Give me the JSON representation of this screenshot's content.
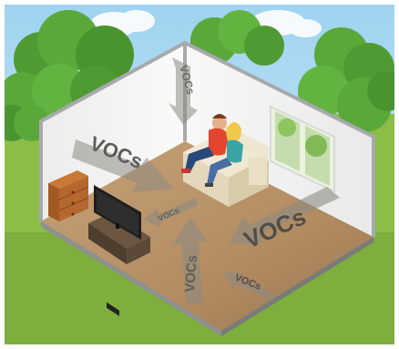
{
  "scene": {
    "arrow_labels": {
      "wall_top": "VOCs",
      "left_big": "VOCs",
      "center_small": "VOCs",
      "center_up": "VOCs",
      "right_big": "VOCs",
      "bottom_small": "VOCs"
    },
    "colors": {
      "sky": "#bfe3f5",
      "grass": "#86b843",
      "tree": "#5aa83a",
      "floor": "#b8936b",
      "wall": "#f4f4f4",
      "frame": "#a7a9ac",
      "arrow": "#8c8a82",
      "sofa": "#efe6d0",
      "tv_stand": "#5b4a3a",
      "cabinet": "#b5682e"
    },
    "icons": [
      "room-icon",
      "tree-icon",
      "cloud-icon",
      "tv-icon",
      "sofa-icon",
      "cabinet-icon",
      "window-icon",
      "people-icon"
    ]
  }
}
